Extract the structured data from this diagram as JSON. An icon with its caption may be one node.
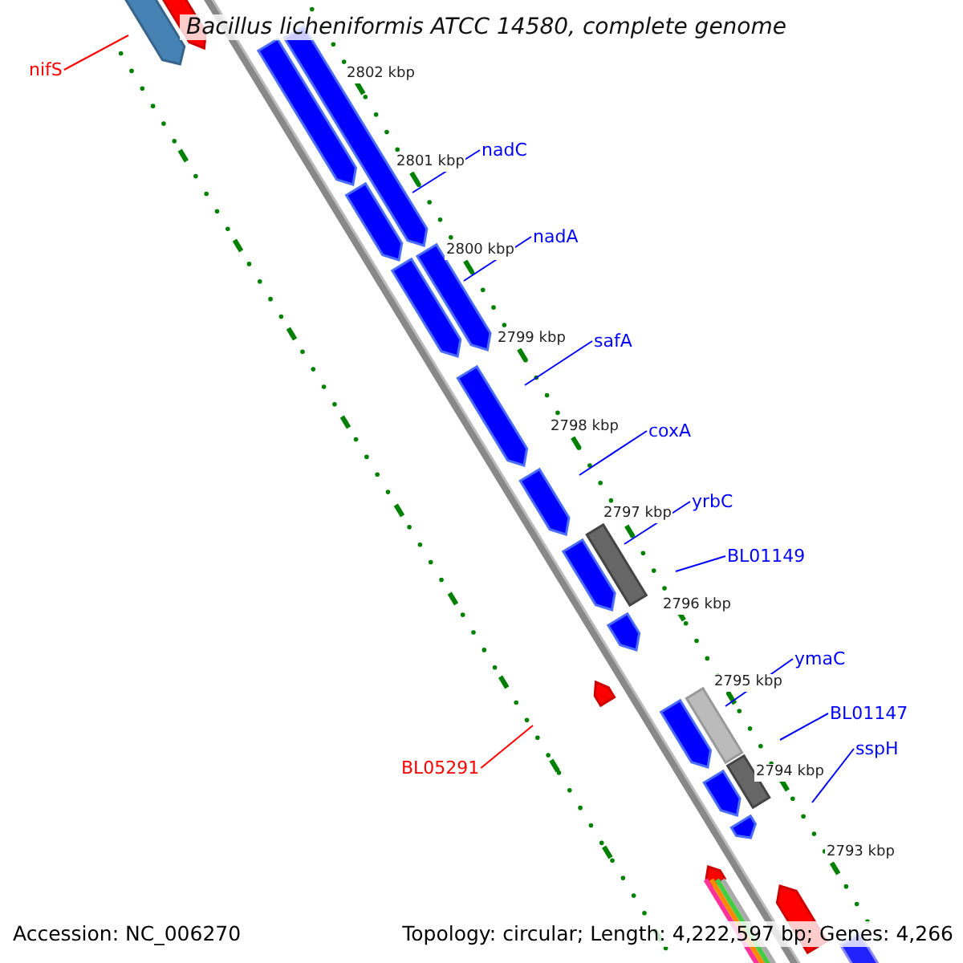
{
  "diagram": {
    "title": "Bacillus licheniformis ATCC 14580, complete genome",
    "nodes": [
      {
        "text": [
          "nifS"
        ]
      },
      {
        "text": [
          "nadC"
        ]
      },
      {
        "text": [
          "nadA"
        ]
      },
      {
        "text": [
          "safA"
        ]
      },
      {
        "text": [
          "coxA"
        ]
      },
      {
        "text": [
          "yrbC"
        ]
      },
      {
        "text": [
          "BL01149"
        ]
      },
      {
        "text": [
          "ymaC"
        ]
      },
      {
        "text": [
          "BL01147"
        ]
      },
      {
        "text": [
          "sspH"
        ]
      },
      {
        "text": [
          "BL05291"
        ]
      }
    ],
    "edges": [
      {
        "from": 0,
        "to": null,
        "arrow": "none",
        "color": "#ff0000"
      },
      {
        "from": 1,
        "to": null,
        "arrow": "none"
      },
      {
        "from": 2,
        "to": null,
        "arrow": "none"
      },
      {
        "from": 3,
        "to": null,
        "arrow": "none"
      },
      {
        "from": 4,
        "to": null,
        "arrow": "none"
      },
      {
        "from": 5,
        "to": null,
        "arrow": "none"
      },
      {
        "from": 6,
        "to": null,
        "arrow": "none"
      },
      {
        "from": 7,
        "to": null,
        "arrow": "none"
      },
      {
        "from": 8,
        "to": null,
        "arrow": "none"
      },
      {
        "from": 9,
        "to": null,
        "arrow": "none"
      },
      {
        "from": 10,
        "to": null,
        "arrow": "none",
        "color": "#ff0000"
      }
    ],
    "labels": [
      "2802 kbp",
      "2801 kbp",
      "2800 kbp",
      "2799 kbp",
      "2798 kbp",
      "2797 kbp",
      "2796 kbp",
      "2795 kbp",
      "2794 kbp",
      "2793 kbp",
      "Accession: NC_006270",
      "Topology: circular; Length: 4,222,597 bp; Genes: 4,266"
    ]
  }
}
